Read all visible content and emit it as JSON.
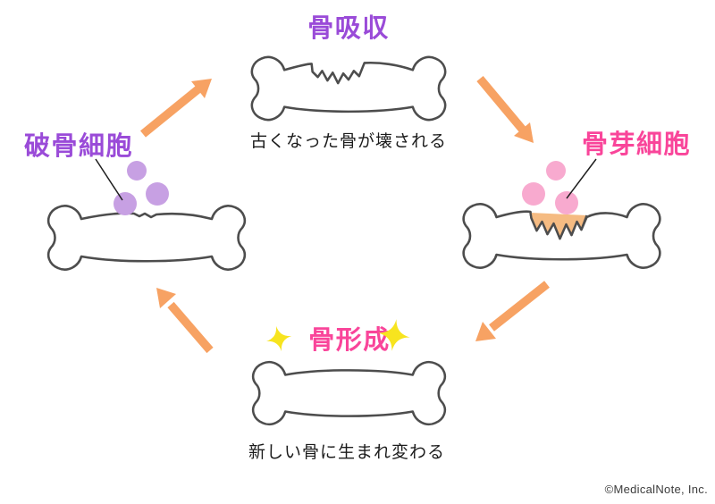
{
  "colors": {
    "purple_label": "#9a4bd8",
    "purple_cell": "#c7a0e3",
    "pink_label": "#f9459a",
    "pink_cell": "#f8aacf",
    "arrow_orange": "#f7a263",
    "pit_orange": "#f5bb82",
    "bone_outline": "#4d4d4d",
    "sparkle_yellow": "#f7e41f",
    "caption_text": "#1c1c1c",
    "copyright_text": "#3c3c3c"
  },
  "cycle": {
    "top": {
      "label": "骨吸収",
      "caption": "古くなった骨が壊される"
    },
    "right": {
      "label": "骨芽細胞"
    },
    "bottom": {
      "label": "骨形成",
      "caption": "新しい骨に生まれ変わる"
    },
    "left": {
      "label": "破骨細胞"
    }
  },
  "icons": {
    "arrows": [
      "up-right-arrow",
      "down-right-arrow",
      "down-left-arrow",
      "up-left-arrow"
    ],
    "sparkle": "four-point-star",
    "cells_left": "osteoclast-cells",
    "cells_right": "osteoblast-cells"
  },
  "footer": {
    "copyright": "©MedicalNote, Inc."
  }
}
